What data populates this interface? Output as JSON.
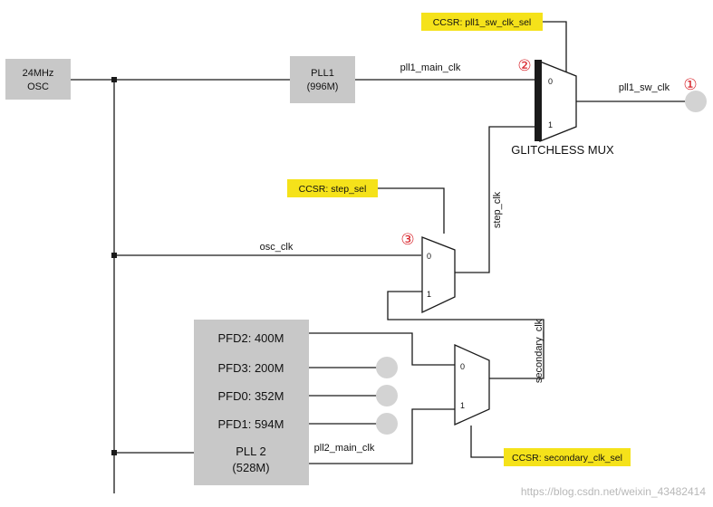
{
  "blocks": {
    "osc": {
      "line1": "24MHz",
      "line2": "OSC"
    },
    "pll1": {
      "line1": "PLL1",
      "line2": "(996M)"
    },
    "pll2": {
      "pfd2": "PFD2: 400M",
      "pfd3": "PFD3: 200M",
      "pfd0": "PFD0: 352M",
      "pfd1": "PFD1: 594M",
      "name": "PLL 2",
      "freq": "(528M)"
    }
  },
  "registers": {
    "pll1_sw_clk_sel": "CCSR: pll1_sw_clk_sel",
    "step_sel": "CCSR: step_sel",
    "secondary_clk_sel": "CCSR: secondary_clk_sel"
  },
  "signals": {
    "pll1_main_clk": "pll1_main_clk",
    "pll1_sw_clk": "pll1_sw_clk",
    "step_clk": "step_clk",
    "osc_clk": "osc_clk",
    "secondary_clk": "secondary_clk",
    "pll2_main_clk": "pll2_main_clk"
  },
  "mux": {
    "glitchless_label": "GLITCHLESS MUX",
    "input0": "0",
    "input1": "1"
  },
  "markers": {
    "m1": "①",
    "m2": "②",
    "m3": "③"
  },
  "watermark": "https://blog.csdn.net/weixin_43482414",
  "colors": {
    "block_fill": "#c8c8c8",
    "register_fill": "#f5e21a",
    "marker_red": "#d8232a",
    "terminal_gray": "#d3d3d3",
    "wire": "#1a1a1a"
  }
}
